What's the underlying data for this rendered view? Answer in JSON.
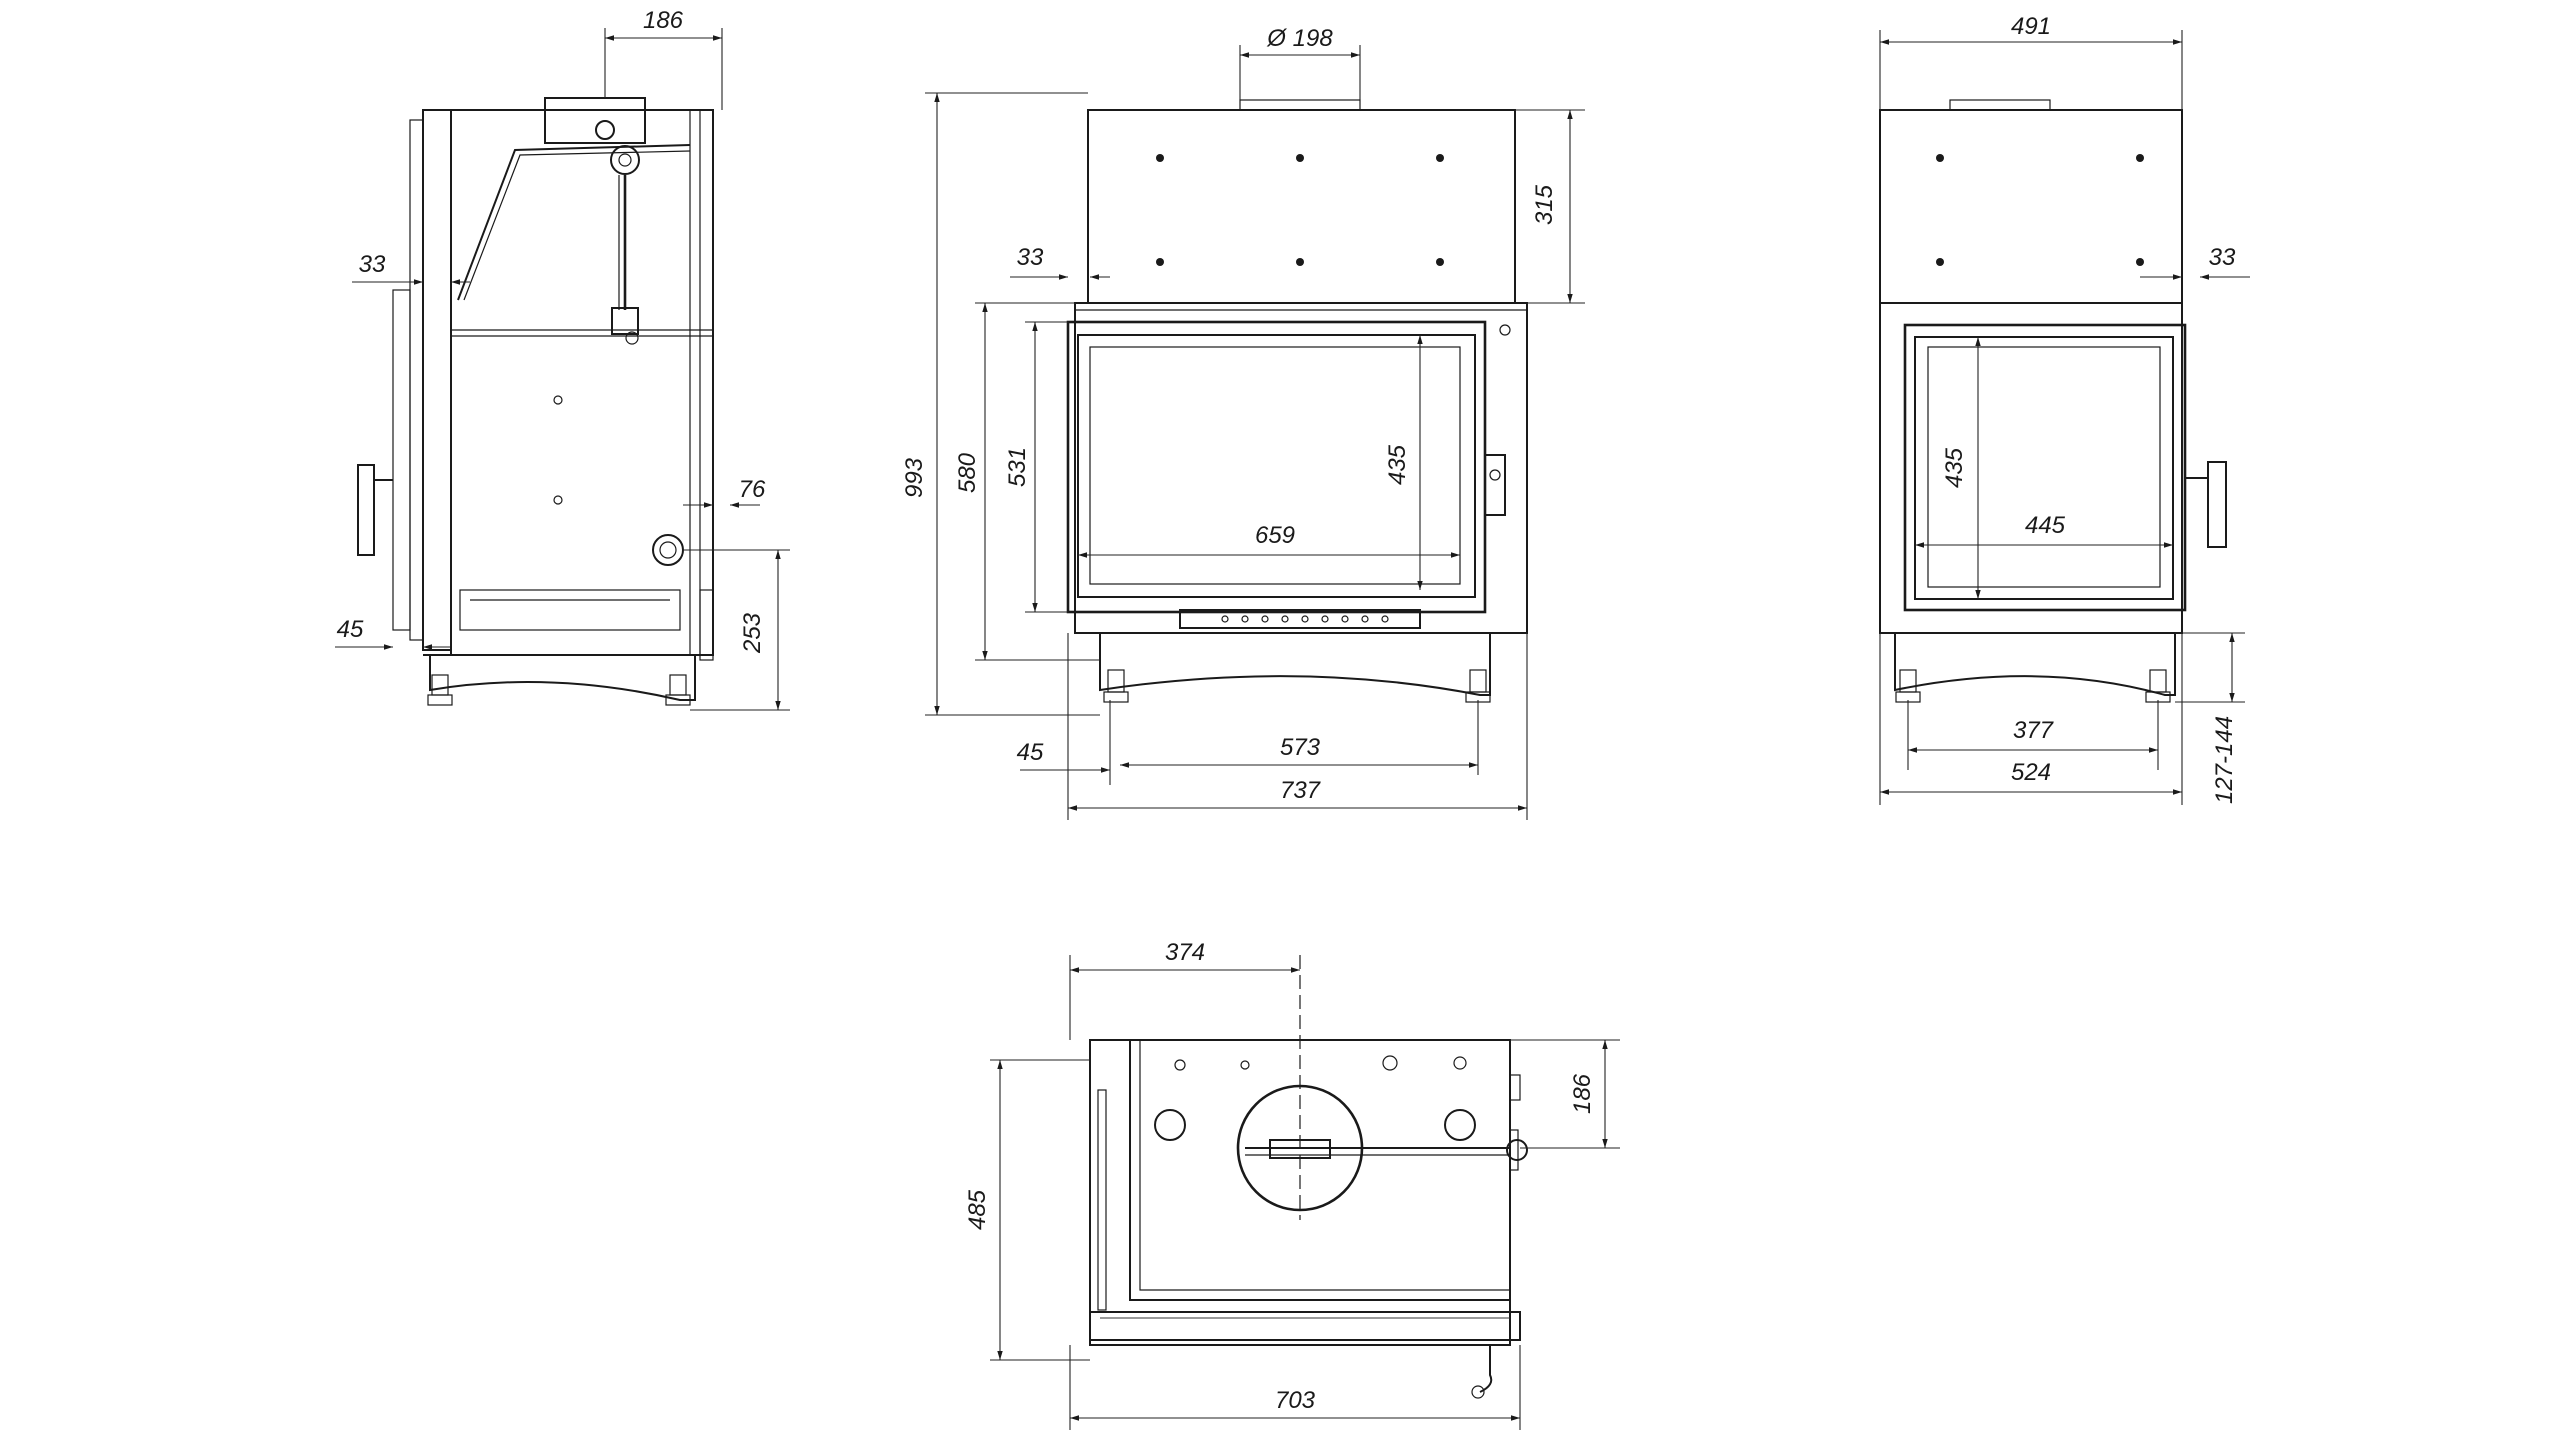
{
  "drawing": {
    "side_view": {
      "dims": {
        "flue_offset": "186",
        "frame_depth": "33",
        "water_port": "76",
        "front_offset": "45",
        "port_height": "253"
      }
    },
    "front_view": {
      "dims": {
        "flue_diameter": "Ø 198",
        "upper_height": "315",
        "frame_depth": "33",
        "total_height": "993",
        "door_frame_height": "580",
        "door_height": "531",
        "glass_height": "435",
        "glass_width": "659",
        "leg_offset": "45",
        "leg_span": "573",
        "total_width": "737"
      }
    },
    "rear_view": {
      "dims": {
        "total_width": "491",
        "frame_depth": "33",
        "glass_height": "435",
        "glass_width": "445",
        "leg_span": "377",
        "base_width": "524",
        "leg_height": "127-144"
      }
    },
    "top_view": {
      "dims": {
        "flue_offset": "374",
        "flue_depth": "186",
        "total_depth": "485",
        "total_width": "703"
      }
    }
  }
}
